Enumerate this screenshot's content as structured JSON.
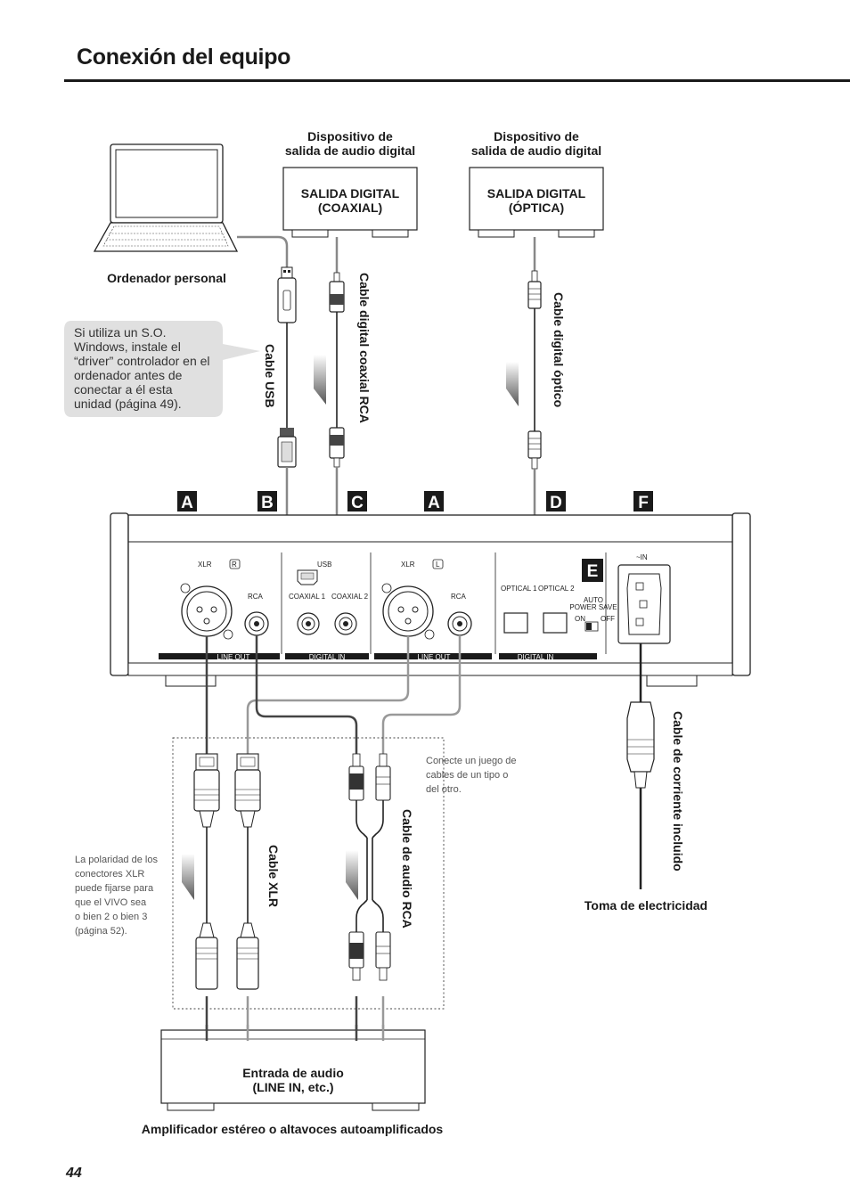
{
  "page": {
    "title": "Conexión del equipo",
    "page_number": "44"
  },
  "sources": {
    "computer_label": "Ordenador personal",
    "coax_device_label_line1": "Dispositivo de",
    "coax_device_label_line2": "salida de audio digital",
    "coax_box_line1": "SALIDA DIGITAL",
    "coax_box_line2": "(COAXIAL)",
    "optical_device_label_line1": "Dispositivo de",
    "optical_device_label_line2": "salida de audio digital",
    "optical_box_line1": "SALIDA DIGITAL",
    "optical_box_line2": "(ÓPTICA)"
  },
  "cables": {
    "usb": "Cable USB",
    "coax": "Cable digital coaxial RCA",
    "optical": "Cable digital óptico",
    "xlr": "Cable XLR",
    "rca_audio": "Cable de audio RCA",
    "power": "Cable de corriente incluido"
  },
  "notes": {
    "windows_driver": [
      "Si utiliza un S.O.",
      "Windows, instale el",
      "“driver” controlador en el",
      "ordenador antes de",
      "conectar a él esta",
      "unidad (página 49)."
    ],
    "one_cable_type": [
      "Conecte un juego de",
      "cables de un tipo o",
      "del otro."
    ],
    "xlr_polarity": [
      "La polaridad de los",
      "conectores XLR",
      "puede fijarse para",
      "que el VIVO sea",
      "o bien 2 o bien 3",
      "(página 52)."
    ]
  },
  "section_letters": [
    "A",
    "B",
    "C",
    "A",
    "D",
    "F"
  ],
  "panel_letter_e": "E",
  "rear_panel": {
    "xlr_r": "XLR",
    "r_mark": "R",
    "rca_r": "RCA",
    "usb": "USB",
    "coaxial1": "COAXIAL 1",
    "coaxial2": "COAXIAL 2",
    "xlr_l": "XLR",
    "l_mark": "L",
    "rca_l": "RCA",
    "optical1": "OPTICAL 1",
    "optical2": "OPTICAL 2",
    "auto_power_save_line1": "AUTO",
    "auto_power_save_line2": "POWER SAVE",
    "switch_on": "ON",
    "switch_off": "OFF",
    "ac_in": "~IN",
    "strip_line_out_1": "LINE OUT",
    "strip_digital_in_1": "DIGITAL IN",
    "strip_line_out_2": "LINE OUT",
    "strip_digital_in_2": "DIGITAL IN"
  },
  "destinations": {
    "amp_box_line1": "Entrada de audio",
    "amp_box_line2": "(LINE IN, etc.)",
    "amp_label": "Amplificador estéreo o altavoces autoamplificados",
    "wall_outlet": "Toma de electricidad"
  },
  "icons": [
    "laptop-icon",
    "usb-plug-icon",
    "rca-plug-icon",
    "optical-plug-icon",
    "xlr-plug-icon",
    "power-plug-icon",
    "down-arrow-icon"
  ]
}
